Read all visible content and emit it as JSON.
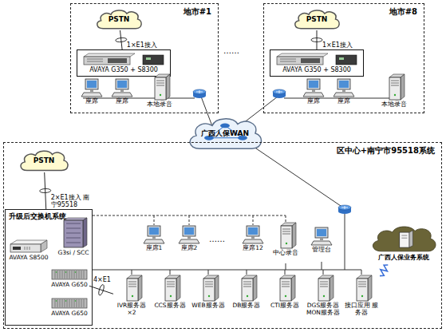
{
  "diagram": {
    "nodes": [
      {
        "text": [
          "地市#1"
        ]
      },
      {
        "text": [
          "PSTN"
        ],
        "in": 0
      },
      {
        "text": [
          "AVAYA G350 + S8300"
        ],
        "in": 0
      },
      {
        "text": [
          "座席"
        ],
        "in": 0
      },
      {
        "text": [
          "座席"
        ],
        "in": 0
      },
      {
        "text": [
          "本地录音"
        ],
        "in": 0
      },
      {
        "text": [
          "地市#8"
        ]
      },
      {
        "text": [
          "PSTN"
        ],
        "in": 6
      },
      {
        "text": [
          "AVAYA G350 + S8300"
        ],
        "in": 6
      },
      {
        "text": [
          "座席"
        ],
        "in": 6
      },
      {
        "text": [
          "座席"
        ],
        "in": 6
      },
      {
        "text": [
          "本地录音"
        ],
        "in": 6
      },
      {
        "text": [
          "广西人保WAN"
        ]
      },
      {
        "text": [
          "区中心+南宁市95518系统"
        ]
      },
      {
        "text": [
          "PSTN"
        ],
        "in": 13
      },
      {
        "text": [
          "升级后交换机系统"
        ],
        "in": 13
      },
      {
        "text": [
          "G3si / SCC"
        ],
        "in": 15
      },
      {
        "text": [
          "AVAYA S8500"
        ],
        "in": 15
      },
      {
        "text": [
          "AVAYA G650"
        ],
        "in": 15
      },
      {
        "text": [
          "AVAYA G650"
        ],
        "in": 15
      },
      {
        "text": [
          "座席1"
        ],
        "in": 13
      },
      {
        "text": [
          "座席2"
        ],
        "in": 13
      },
      {
        "text": [
          "座席12"
        ],
        "in": 13
      },
      {
        "text": [
          "中心录音"
        ],
        "in": 13
      },
      {
        "text": [
          "管理台"
        ],
        "in": 13
      },
      {
        "text": [
          "IVR服务器 ×2"
        ],
        "in": 13
      },
      {
        "text": [
          "CCS服务器"
        ],
        "in": 13
      },
      {
        "text": [
          "WEB服务器"
        ],
        "in": 13
      },
      {
        "text": [
          "DB服务器"
        ],
        "in": 13
      },
      {
        "text": [
          "CTI服务器"
        ],
        "in": 13
      },
      {
        "text": [
          "DGS服务器 MON服务器"
        ],
        "in": 13
      },
      {
        "text": [
          "接口应用 服务器"
        ],
        "in": 13
      },
      {
        "text": [
          "广西人保业务系统"
        ],
        "in": 13
      }
    ],
    "edges": [
      {
        "from": 1,
        "to": 2,
        "arrow": "none",
        "label": "1×E1接入"
      },
      {
        "from": 7,
        "to": 8,
        "arrow": "none",
        "label": "1×E1接入"
      },
      {
        "from": 14,
        "to": 15,
        "arrow": "none",
        "label": "2×E1接入 南宁95518"
      },
      {
        "from": 18,
        "to": 25,
        "arrow": "none",
        "label": "4×E1"
      },
      {
        "from": 31,
        "to": 32,
        "arrow": "none"
      }
    ],
    "labels": [
      "……",
      "……"
    ]
  }
}
